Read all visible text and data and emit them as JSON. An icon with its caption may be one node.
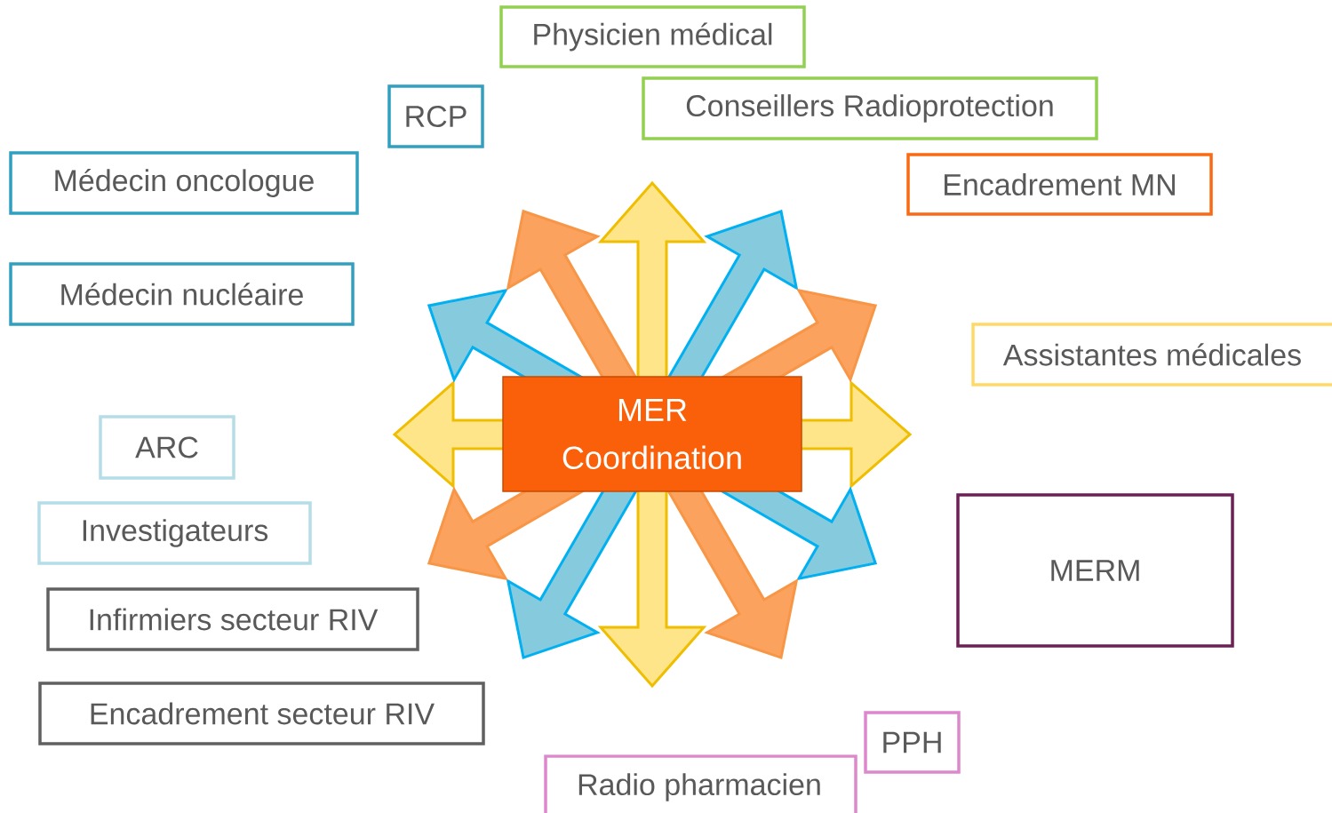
{
  "diagram": {
    "nodes": [
      {
        "text": [
          "Physicien médical"
        ]
      },
      {
        "text": [
          "RCP"
        ]
      },
      {
        "text": [
          "Conseillers Radioprotection"
        ]
      },
      {
        "text": [
          "Médecin oncologue"
        ]
      },
      {
        "text": [
          "Encadrement MN"
        ]
      },
      {
        "text": [
          "Médecin nucléaire"
        ]
      },
      {
        "text": [
          "Assistantes médicales"
        ]
      },
      {
        "text": [
          "MER Coordination"
        ]
      },
      {
        "text": [
          "ARC"
        ]
      },
      {
        "text": [
          "Investigateurs"
        ]
      },
      {
        "text": [
          "MERM"
        ]
      },
      {
        "text": [
          "Infirmiers secteur RIV"
        ]
      },
      {
        "text": [
          "Encadrement secteur RIV"
        ]
      },
      {
        "text": [
          "PPH"
        ]
      },
      {
        "text": [
          "Radio pharmacien"
        ]
      }
    ]
  }
}
